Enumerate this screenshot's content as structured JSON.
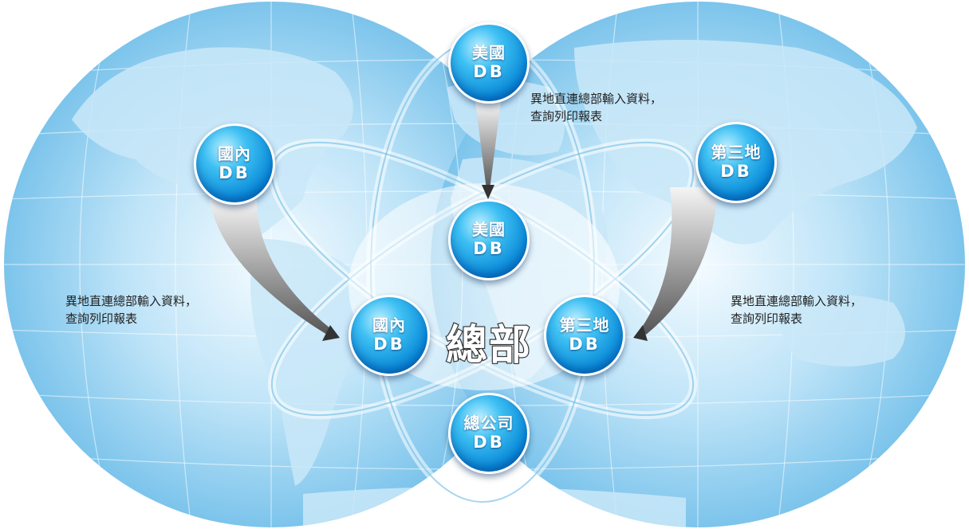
{
  "center_label": "總部",
  "nodes": {
    "usa_top": {
      "name": "美國",
      "db": "DB"
    },
    "domestic_top": {
      "name": "國內",
      "db": "DB"
    },
    "third_top": {
      "name": "第三地",
      "db": "DB"
    },
    "usa_hq": {
      "name": "美國",
      "db": "DB"
    },
    "domestic_hq": {
      "name": "國內",
      "db": "DB"
    },
    "third_hq": {
      "name": "第三地",
      "db": "DB"
    },
    "company_hq": {
      "name": "總公司",
      "db": "DB"
    }
  },
  "notes": {
    "top": {
      "line1": "異地直連總部輸入資料，",
      "line2": "查詢列印報表"
    },
    "left": {
      "line1": "異地直連總部輸入資料，",
      "line2": "查詢列印報表"
    },
    "right": {
      "line1": "異地直連總部輸入資料，",
      "line2": "查詢列印報表"
    }
  },
  "colors": {
    "ocean": "#7fc8ee",
    "land": "#bfe3f6",
    "node": "#0a8ad8"
  }
}
